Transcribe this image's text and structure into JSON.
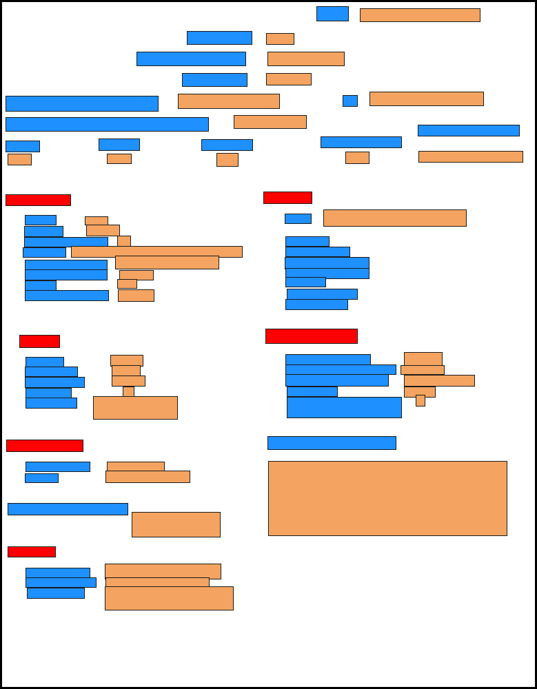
{
  "form": {
    "colors": {
      "label": "#1e90ff",
      "value": "#f4a460",
      "header": "#ff0000",
      "border": "#000000",
      "background": "#ffffff"
    },
    "icons": {
      "label": "label-block",
      "value": "value-block",
      "header": "section-header-block"
    },
    "sections": [
      {
        "name": "top"
      },
      {
        "name": "section-1"
      },
      {
        "name": "section-2"
      },
      {
        "name": "section-3"
      },
      {
        "name": "section-4"
      },
      {
        "name": "section-5"
      },
      {
        "name": "section-6"
      },
      {
        "name": "section-7"
      }
    ]
  }
}
